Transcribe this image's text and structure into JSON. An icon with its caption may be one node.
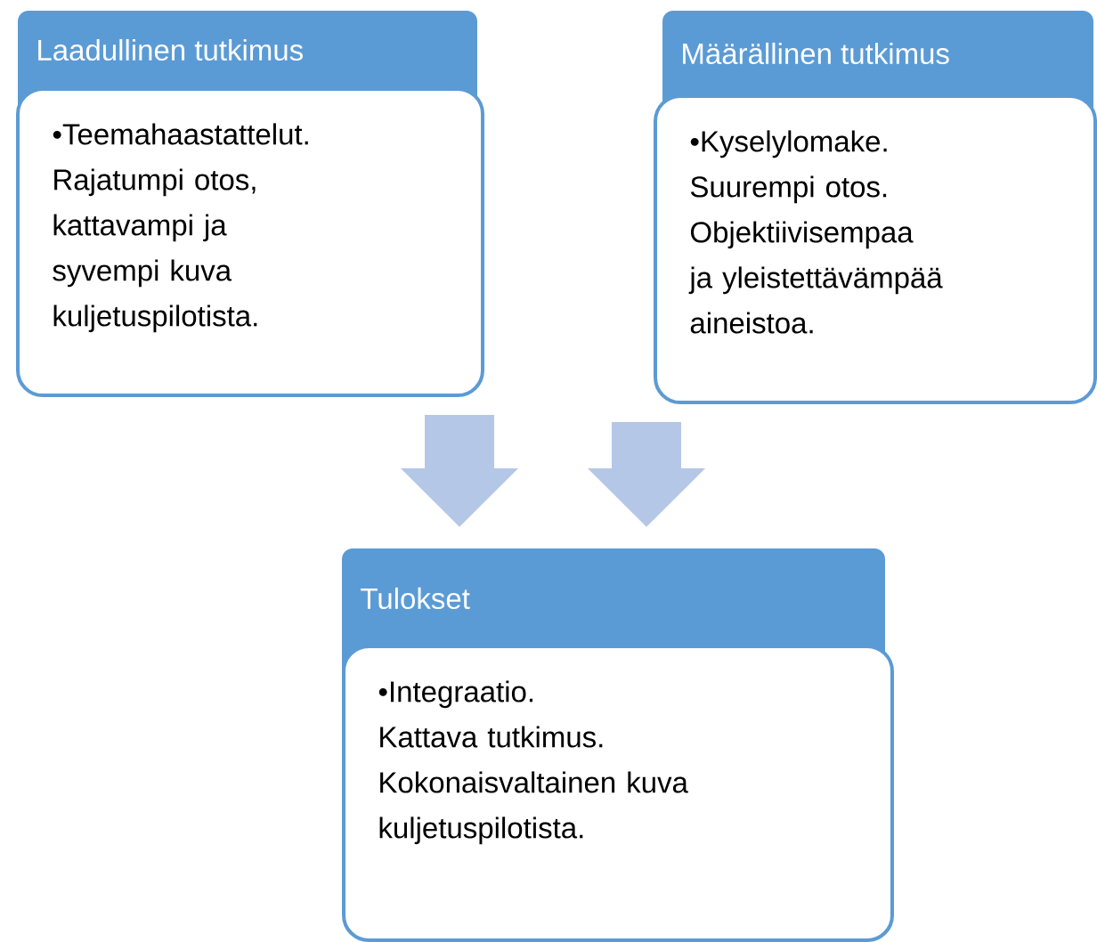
{
  "diagram": {
    "nodes": [
      {
        "text": [
          "Laadullinen tutkimus",
          "•Teemahaastattelut. Rajatumpi otos, kattavampi ja syvempi kuva kuljetuspilotista."
        ]
      },
      {
        "text": [
          "Määrällinen tutkimus",
          "•Kyselylomake. Suurempi otos. Objektiivisempaa ja yleistettävämpää aineistoa."
        ]
      },
      {
        "text": [
          "Tulokset",
          "•Integraatio. Kattava tutkimus. Kokonaisvaltainen kuva kuljetuspilotista."
        ]
      }
    ],
    "edges": [
      {
        "from": 0,
        "to": 2,
        "arrow": "to"
      },
      {
        "from": 1,
        "to": 2,
        "arrow": "to"
      }
    ]
  }
}
